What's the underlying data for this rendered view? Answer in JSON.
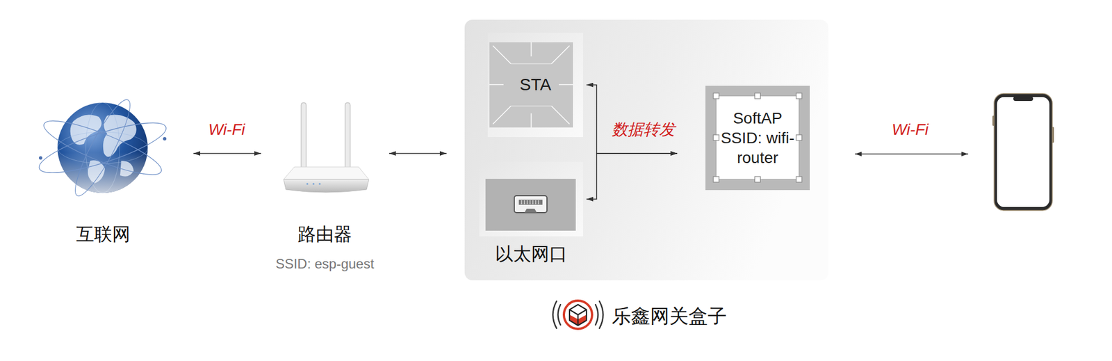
{
  "diagram": {
    "nodes": [
      {
        "text": [
          "互联网"
        ]
      },
      {
        "text": [
          "路由器",
          "SSID: esp-guest"
        ]
      },
      {
        "text": [
          "乐鑫网关盒子"
        ]
      },
      {
        "text": [
          "STA"
        ],
        "in": 2
      },
      {
        "text": [
          "以太网口"
        ],
        "in": 2
      },
      {
        "text": [
          "SoftAP SSID: wifi-router"
        ],
        "in": 2
      }
    ],
    "edges": [
      {
        "from": 0,
        "to": 1,
        "label": "Wi-Fi",
        "arrow": "both"
      },
      {
        "from": 1,
        "to": 2,
        "arrow": "both"
      },
      {
        "from": 3,
        "to": 5,
        "label": "数据转发",
        "arrow": "both"
      },
      {
        "from": 4,
        "to": 5,
        "arrow": "both"
      }
    ],
    "labels": [
      "Wi-Fi"
    ]
  }
}
